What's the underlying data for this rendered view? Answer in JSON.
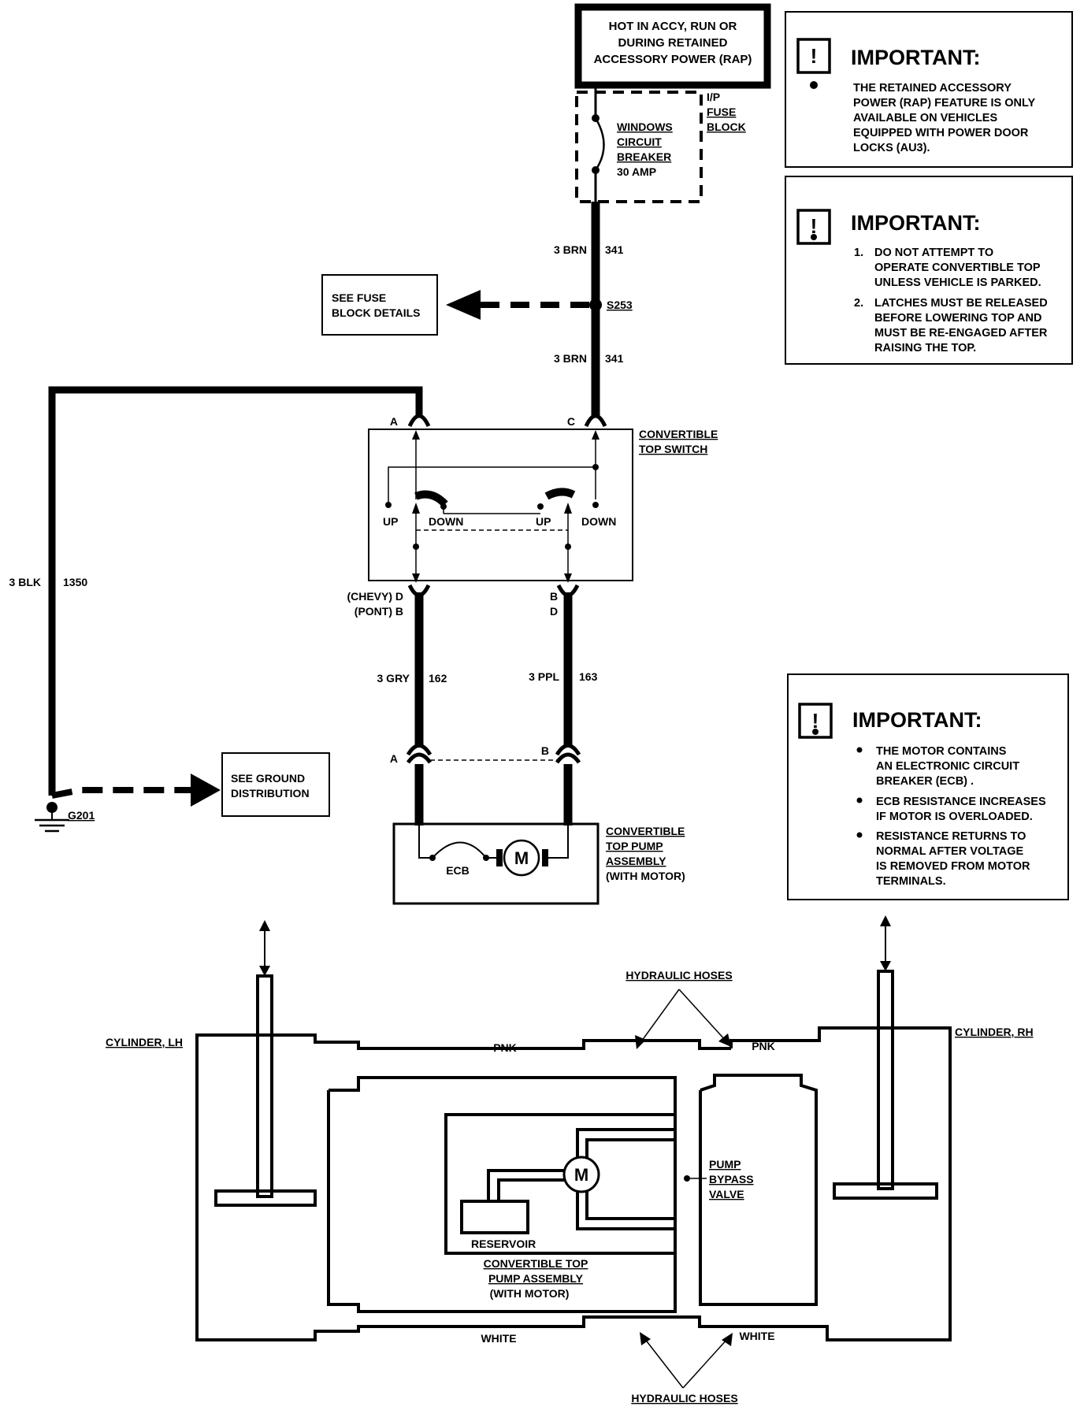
{
  "power_box": {
    "lines": [
      "HOT IN ACCY, RUN OR",
      "DURING RETAINED",
      "ACCESSORY POWER (RAP)"
    ]
  },
  "fuse_block_label": [
    "I/P",
    "FUSE",
    "BLOCK"
  ],
  "circuit_breaker": [
    "WINDOWS",
    "CIRCUIT",
    "BREAKER",
    "30 AMP"
  ],
  "wire_upper": {
    "gauge_color": "3 BRN",
    "circuit": "341"
  },
  "wire_lower": {
    "gauge_color": "3 BRN",
    "circuit": "341"
  },
  "splice": "S253",
  "see_fuse_block": [
    "SEE FUSE",
    "BLOCK DETAILS"
  ],
  "switch": {
    "title": [
      "CONVERTIBLE",
      "TOP SWITCH"
    ],
    "pin_a": "A",
    "pin_c": "C",
    "up_left": "UP",
    "down_left": "DOWN",
    "up_right": "UP",
    "down_right": "DOWN",
    "bottom_left": [
      "(CHEVY)  D",
      "(PONT)  B"
    ],
    "bottom_right": [
      "B",
      "D"
    ]
  },
  "ground_wire": {
    "gauge_color": "3 BLK",
    "circuit": "1350"
  },
  "wire_grey": {
    "gauge_color": "3 GRY",
    "circuit": "162"
  },
  "wire_purple": {
    "gauge_color": "3 PPL",
    "circuit": "163"
  },
  "connector_pins": {
    "left": "A",
    "right": "B"
  },
  "ground": {
    "id": "G201",
    "see": [
      "SEE GROUND",
      "DISTRIBUTION"
    ]
  },
  "pump_assembly": {
    "label": [
      "CONVERTIBLE",
      "TOP PUMP",
      "ASSEMBLY",
      "(WITH MOTOR)"
    ],
    "ecb": "ECB",
    "motor": "M"
  },
  "important_1": {
    "title": "IMPORTANT:",
    "text": [
      "THE RETAINED ACCESSORY",
      "POWER (RAP) FEATURE IS ONLY",
      "AVAILABLE ON VEHICLES",
      "EQUIPPED WITH POWER DOOR",
      "LOCKS (AU3)."
    ]
  },
  "important_2": {
    "title": "IMPORTANT:",
    "items": [
      {
        "num": "1.",
        "lines": [
          "DO NOT ATTEMPT TO",
          "OPERATE CONVERTIBLE TOP",
          "UNLESS VEHICLE IS PARKED."
        ]
      },
      {
        "num": "2.",
        "lines": [
          "LATCHES MUST BE RELEASED",
          "BEFORE LOWERING TOP AND",
          "MUST BE RE-ENGAGED AFTER",
          "RAISING THE TOP."
        ]
      }
    ]
  },
  "important_3": {
    "title": "IMPORTANT:",
    "items": [
      [
        "THE MOTOR CONTAINS",
        "AN ELECTRONIC CIRCUIT",
        "BREAKER (ECB) ."
      ],
      [
        "ECB RESISTANCE INCREASES",
        "IF MOTOR IS OVERLOADED."
      ],
      [
        "RESISTANCE RETURNS TO",
        "NORMAL AFTER VOLTAGE",
        "IS REMOVED FROM MOTOR",
        "TERMINALS."
      ]
    ]
  },
  "hydraulic": {
    "hoses_top": "HYDRAULIC HOSES",
    "hoses_bottom": "HYDRAULIC HOSES",
    "cyl_lh": "CYLINDER, LH",
    "cyl_rh": "CYLINDER, RH",
    "pnk_left": "PNK",
    "pnk_right": "PNK",
    "white_left": "WHITE",
    "white_right": "WHITE",
    "reservoir": "RESERVOIR",
    "motor": "M",
    "bypass": [
      "PUMP",
      "BYPASS",
      "VALVE"
    ],
    "pump_label": [
      "CONVERTIBLE TOP",
      "PUMP ASSEMBLY",
      "(WITH MOTOR)"
    ]
  }
}
